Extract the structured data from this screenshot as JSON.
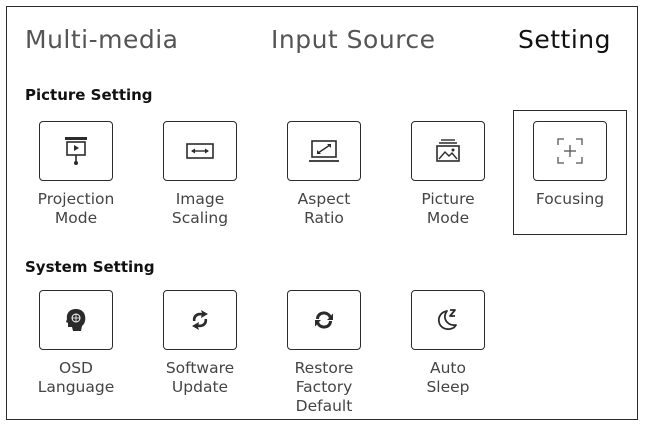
{
  "tabs": [
    {
      "label": "Multi-media",
      "active": false
    },
    {
      "label": "Input Source",
      "active": false
    },
    {
      "label": "Setting",
      "active": true
    }
  ],
  "picture_setting": {
    "title": "Picture Setting",
    "items": [
      {
        "label": "Projection\nMode",
        "icon": "projection-mode-icon"
      },
      {
        "label": "Image\nScaling",
        "icon": "image-scaling-icon"
      },
      {
        "label": "Aspect\nRatio",
        "icon": "aspect-ratio-icon"
      },
      {
        "label": "Picture\nMode",
        "icon": "picture-mode-icon"
      },
      {
        "label": "Focusing",
        "icon": "focusing-icon",
        "selected": true
      }
    ]
  },
  "system_setting": {
    "title": "System Setting",
    "items": [
      {
        "label": "OSD\nLanguage",
        "icon": "osd-language-icon"
      },
      {
        "label": "Software\nUpdate",
        "icon": "software-update-icon"
      },
      {
        "label": "Restore\nFactory Default",
        "icon": "restore-factory-default-icon"
      },
      {
        "label": "Auto\nSleep",
        "icon": "auto-sleep-icon"
      }
    ]
  },
  "colors": {
    "border": "#2b2b2b",
    "text": "#444444",
    "active_tab": "#111111"
  }
}
